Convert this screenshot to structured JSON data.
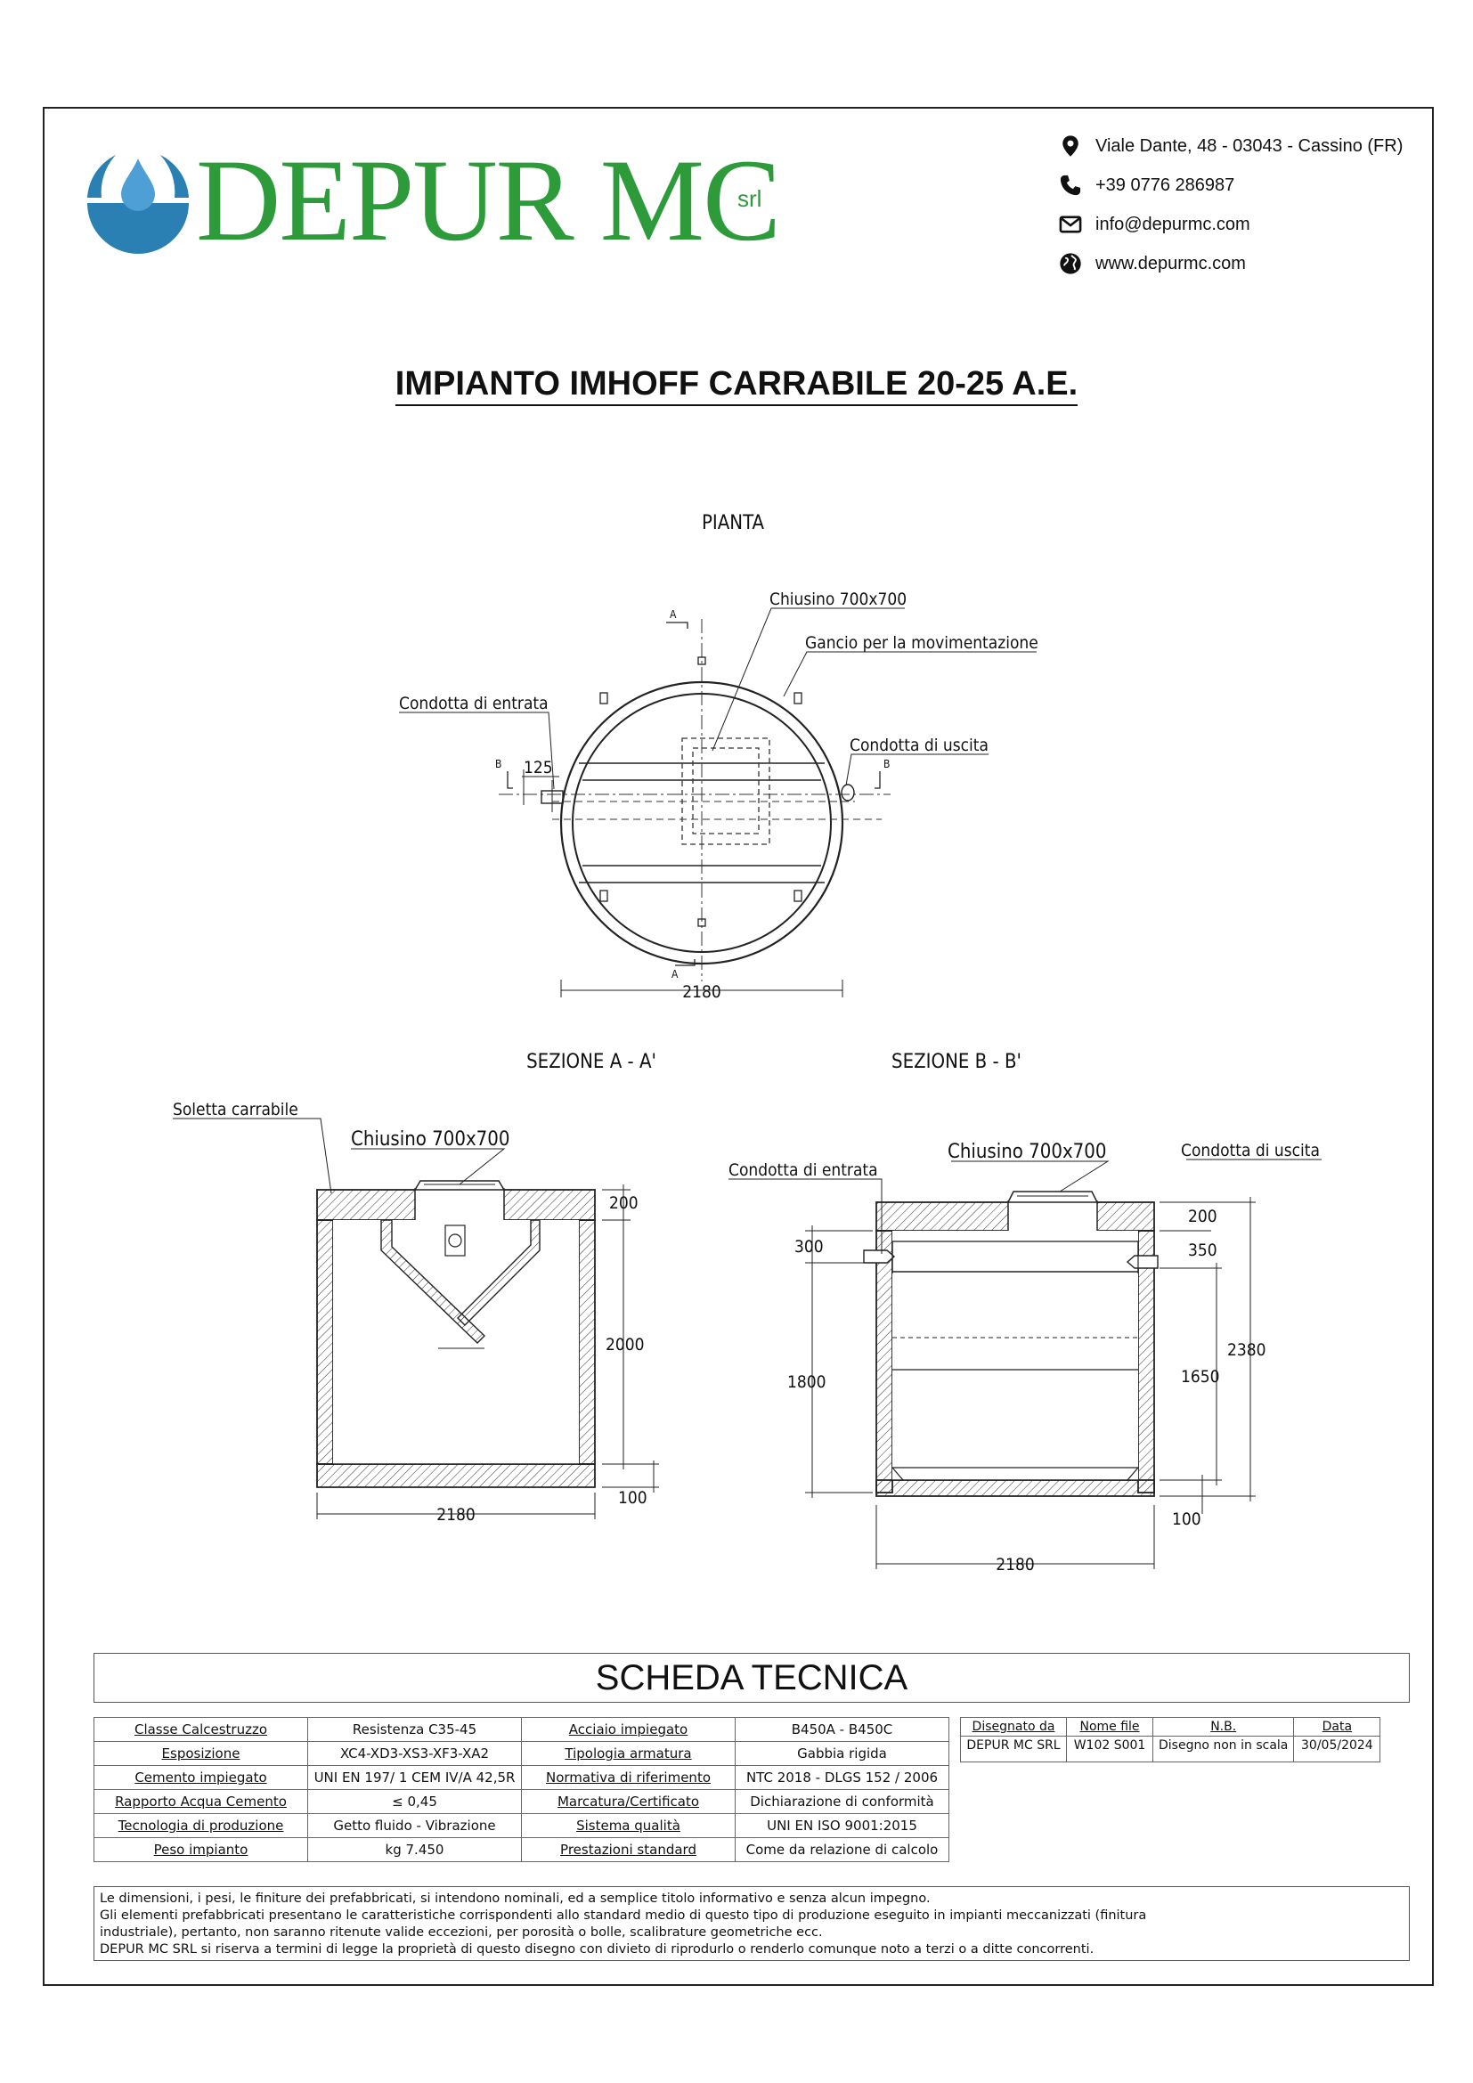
{
  "brand": {
    "name": "DEPUR MC",
    "suffix": "srl",
    "color": "#2e9b3a",
    "drop_color": "#2a7fb3"
  },
  "contacts": [
    {
      "icon": "location-pin-icon",
      "text": "Viale Dante, 48 - 03043 - Cassino (FR)"
    },
    {
      "icon": "phone-icon",
      "text": "+39 0776 286987"
    },
    {
      "icon": "mail-icon",
      "text": "info@depurmc.com"
    },
    {
      "icon": "globe-icon",
      "text": "www.depurmc.com"
    }
  ],
  "title": "IMPIANTO IMHOFF CARRABILE 20-25 A.E.",
  "plan": {
    "heading": "PIANTA",
    "labels": {
      "cover": "Chiusino 700x700",
      "hook": "Gancio per la movimentazione",
      "inlet": "Condotta di entrata",
      "outlet": "Condotta di uscita",
      "section_a": "A",
      "section_b": "B",
      "dim_pipe": "125",
      "dim_diameter": "2180"
    }
  },
  "section_aa": {
    "heading": "SEZIONE A - A'",
    "labels": {
      "slab": "Soletta carrabile",
      "cover": "Chiusino 700x700",
      "dim_slab": "200",
      "dim_height": "2000",
      "dim_base": "100",
      "dim_width": "2180"
    }
  },
  "section_bb": {
    "heading": "SEZIONE B - B'",
    "labels": {
      "cover": "Chiusino 700x700",
      "inlet": "Condotta di entrata",
      "outlet": "Condotta di uscita",
      "dim_slab": "200",
      "dim_inlet": "300",
      "dim_outlet": "350",
      "dim_inlet_height": "1800",
      "dim_outlet_height": "1650",
      "dim_total": "2380",
      "dim_base": "100",
      "dim_width": "2180"
    }
  },
  "sheet": {
    "heading": "SCHEDA TECNICA",
    "rows": [
      [
        "Classe Calcestruzzo",
        "Resistenza C35-45",
        "Acciaio impiegato",
        "B450A - B450C"
      ],
      [
        "Esposizione",
        "XC4-XD3-XS3-XF3-XA2",
        "Tipologia armatura",
        "Gabbia rigida"
      ],
      [
        "Cemento impiegato",
        "UNI EN 197/ 1 CEM IV/A 42,5R",
        "Normativa di riferimento",
        "NTC 2018 - DLGS 152 / 2006"
      ],
      [
        "Rapporto Acqua Cemento",
        "≤ 0,45",
        "Marcatura/Certificato",
        "Dichiarazione di conformità"
      ],
      [
        "Tecnologia di produzione",
        "Getto fluido - Vibrazione",
        "Sistema qualità",
        "UNI EN ISO 9001:2015"
      ],
      [
        "Peso impianto",
        "kg 7.450",
        "Prestazioni standard",
        "Come da relazione di calcolo"
      ]
    ],
    "meta": {
      "drawn_by_label": "Disegnato da",
      "drawn_by": "DEPUR MC SRL",
      "file_label": "Nome file",
      "file": "W102 S001",
      "nb_label": "N.B.",
      "nb": "Disegno non in scala",
      "date_label": "Data",
      "date": "30/05/2024"
    }
  },
  "notes": [
    "Le dimensioni, i pesi, le finiture dei prefabbricati, si intendono nominali, ed a semplice titolo informativo e senza alcun impegno.",
    "Gli elementi prefabbricati presentano le caratteristiche corrispondenti allo standard medio di questo tipo di produzione eseguito in impianti meccanizzati (finitura",
    "industriale), pertanto, non saranno ritenute valide eccezioni, per porosità o bolle, scalibrature geometriche ecc.",
    "DEPUR MC SRL si riserva a termini di legge la proprietà di questo disegno con divieto di riprodurlo o renderlo comunque noto a terzi o a ditte concorrenti."
  ]
}
